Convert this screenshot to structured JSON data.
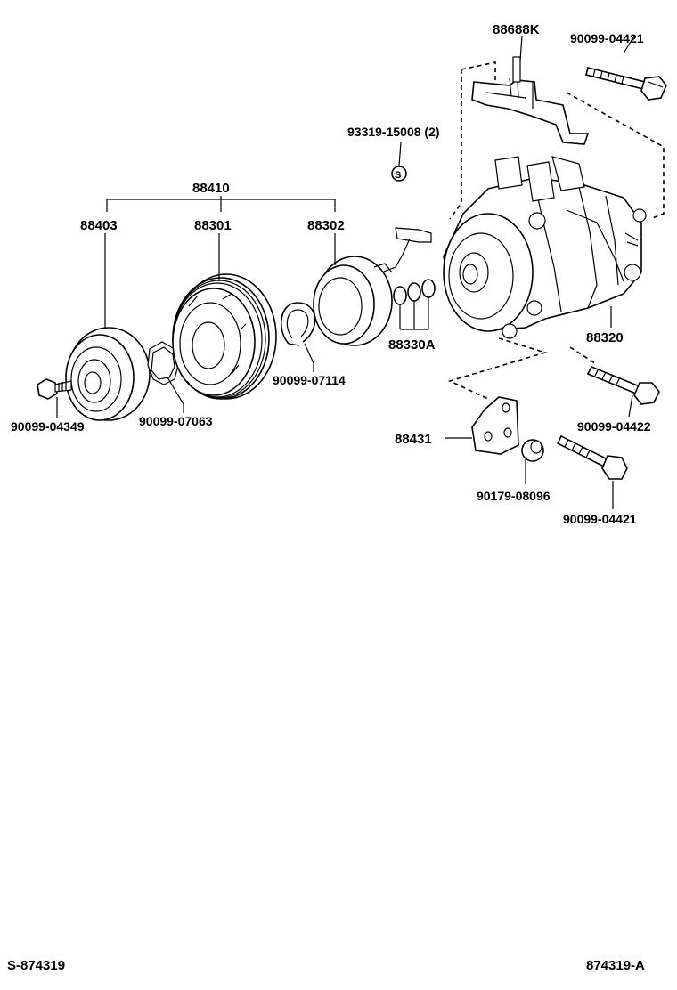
{
  "diagram": {
    "labels": {
      "bracket_88688K": "88688K",
      "bolt_top": "90099-04421",
      "screw_93319": "93319-15008 (2)",
      "clutch_assy": "88410",
      "hub": "88403",
      "pulley": "88301",
      "stator": "88302",
      "orings": "88330A",
      "compressor": "88320",
      "snap_ring": "90099-07114",
      "bolt_left": "90099-04349",
      "shim": "90099-07063",
      "bolt_right": "90099-04422",
      "plate": "88431",
      "collar": "90179-08096",
      "bolt_bottom": "90099-04421"
    },
    "footer": {
      "left_code": "S-874319",
      "right_code": "874319-A"
    }
  }
}
